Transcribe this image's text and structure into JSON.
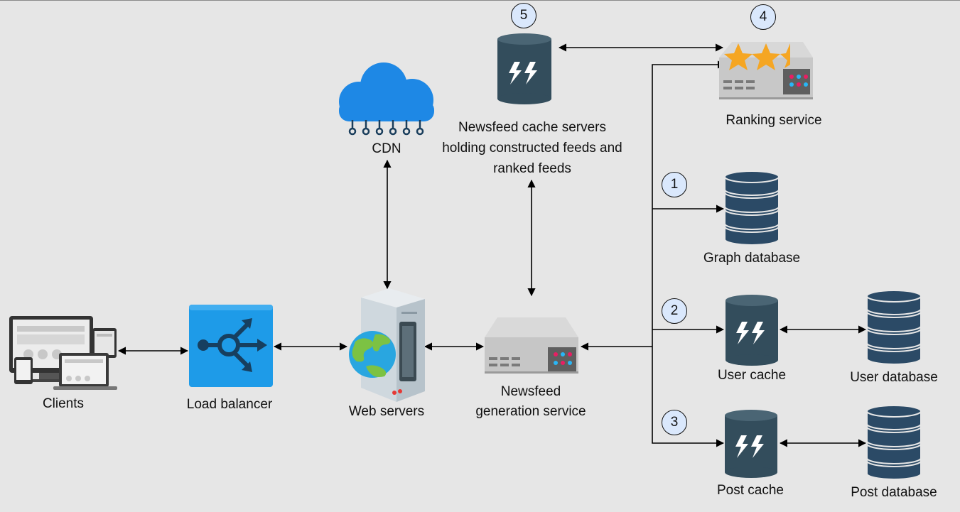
{
  "nodes": {
    "clients": "Clients",
    "load_balancer": "Load balancer",
    "web_servers": "Web servers",
    "cdn": "CDN",
    "newsfeed_cache_line1": "Newsfeed cache servers",
    "newsfeed_cache_line2": "holding constructed feeds and",
    "newsfeed_cache_line3": "ranked feeds",
    "ranking_service": "Ranking service",
    "newsfeed_generation_line1": "Newsfeed",
    "newsfeed_generation_line2": "generation service",
    "graph_database": "Graph database",
    "user_cache": "User cache",
    "user_database": "User database",
    "post_cache": "Post cache",
    "post_database": "Post database"
  },
  "badges": {
    "one": "1",
    "two": "2",
    "three": "3",
    "four": "4",
    "five": "5"
  },
  "icons": {
    "clients": "devices-icon",
    "load_balancer": "load-balancer-icon",
    "web_servers": "web-server-icon",
    "cdn": "cloud-icon",
    "cache": "cache-cylinder-icon",
    "database": "database-stack-icon",
    "server": "server-icon",
    "ranking": "star-rating-icon"
  },
  "colors": {
    "background": "#e6e6e6",
    "badge_fill": "#dae8fc",
    "cache_body": "#334d5c",
    "database_body": "#2b4a66",
    "cdn_blue": "#1e88e5",
    "load_balancer_blue": "#1e9be8",
    "star": "#f5a623"
  }
}
